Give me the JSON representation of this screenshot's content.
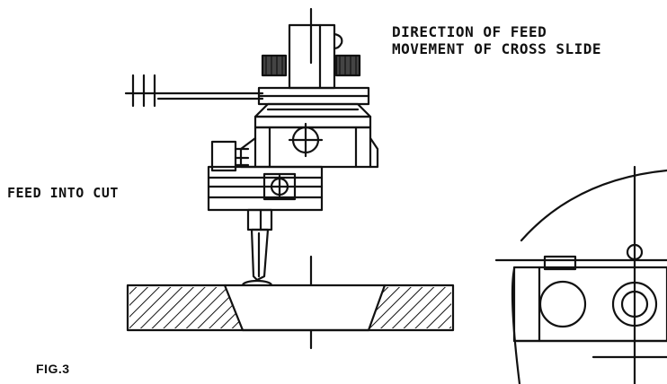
{
  "labels": {
    "direction_of_feed": "DIRECTION OF FEED",
    "movement_of_cross_slide": "MOVEMENT OF CROSS SLIDE",
    "feed_into_cut": "FEED INTO CUT",
    "figure_number": "FIG.3"
  },
  "colors": {
    "ink": "#111111",
    "paper": "#ffffff",
    "hatch": "#111111",
    "dark_block": "#444444"
  }
}
